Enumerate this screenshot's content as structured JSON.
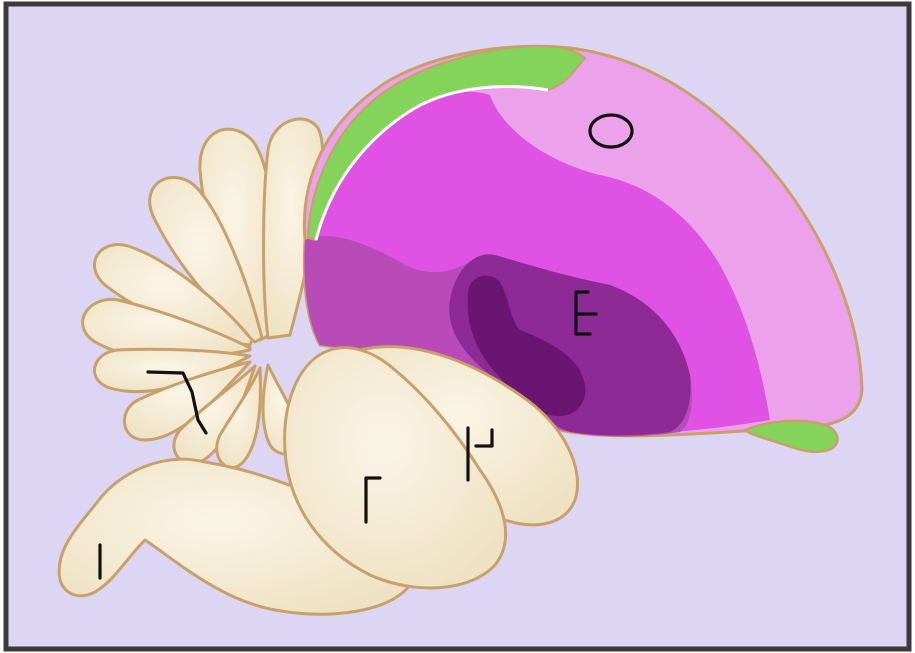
{
  "colors": {
    "background": "#dcd6f4",
    "frame": "#3b3b3b",
    "tan_fill": "#f2e6cc",
    "tan_light": "#fbf5e6",
    "tan_outline": "#c8a06a",
    "hemisphere_light": "#eca2ea",
    "hemisphere_mid": "#e052e3",
    "hemisphere_dark": "#b84bb8",
    "core_dark": "#8d2a95",
    "core_darkest": "#6a1572",
    "green_cap": "#84d35a",
    "marks": "#111111"
  },
  "regions": [
    {
      "id": "brain-stem",
      "icon": "lobe"
    },
    {
      "id": "cerebellum",
      "icon": "folded-lobes"
    },
    {
      "id": "midbrain-lobe-large",
      "icon": "lobe"
    },
    {
      "id": "midbrain-lobe-small",
      "icon": "lobe"
    },
    {
      "id": "cerebral-hemisphere",
      "icon": "hemisphere"
    },
    {
      "id": "olfactory-bulb",
      "icon": "bulb"
    }
  ]
}
